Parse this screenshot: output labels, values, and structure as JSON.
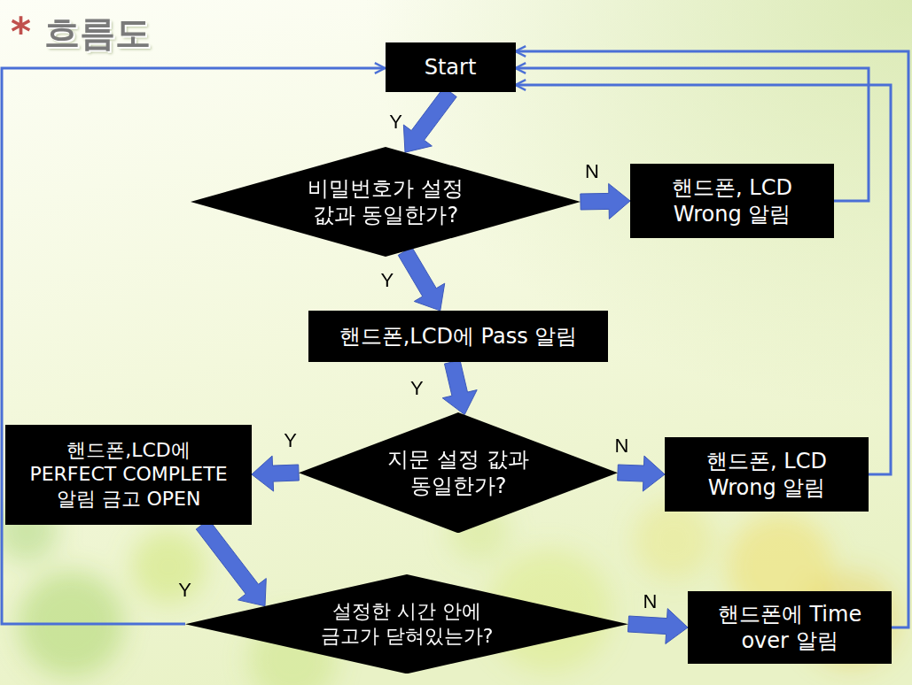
{
  "diagram": {
    "title": "흐름도",
    "nodes": [
      {
        "text": [
          "Start"
        ]
      },
      {
        "text": [
          "비밀번호가 설정 값과 동일한가?"
        ]
      },
      {
        "text": [
          "핸드폰, LCD Wrong 알림"
        ]
      },
      {
        "text": [
          "핸드폰,LCD에 Pass 알림"
        ]
      },
      {
        "text": [
          "지문 설정 값과 동일한가?"
        ]
      },
      {
        "text": [
          "핸드폰, LCD Wrong 알림"
        ]
      },
      {
        "text": [
          "핸드폰,LCD에 PERFECT COMPLETE 알림 금고 OPEN"
        ]
      },
      {
        "text": [
          "설정한 시간 안에 금고가 닫혀있는가?"
        ]
      },
      {
        "text": [
          "핸드폰에 Time over 알림"
        ]
      }
    ],
    "edges": [
      {
        "from": 0,
        "to": 1,
        "arrow": "to",
        "label": "Y"
      },
      {
        "from": 1,
        "to": 2,
        "arrow": "to",
        "label": "N"
      },
      {
        "from": 1,
        "to": 3,
        "arrow": "to",
        "label": "Y"
      },
      {
        "from": 2,
        "to": 0,
        "arrow": "to"
      },
      {
        "from": 3,
        "to": 4,
        "arrow": "to",
        "label": "Y"
      },
      {
        "from": 4,
        "to": 5,
        "arrow": "to",
        "label": "N"
      },
      {
        "from": 4,
        "to": 6,
        "arrow": "to",
        "label": "Y"
      },
      {
        "from": 5,
        "to": 0,
        "arrow": "to"
      },
      {
        "from": 6,
        "to": 7,
        "arrow": "to",
        "label": "Y"
      },
      {
        "from": 7,
        "to": 8,
        "arrow": "to",
        "label": "N"
      },
      {
        "from": 7,
        "to": 0,
        "arrow": "to"
      },
      {
        "from": 8,
        "to": 0,
        "arrow": "to"
      }
    ],
    "labels": [
      "*"
    ]
  }
}
